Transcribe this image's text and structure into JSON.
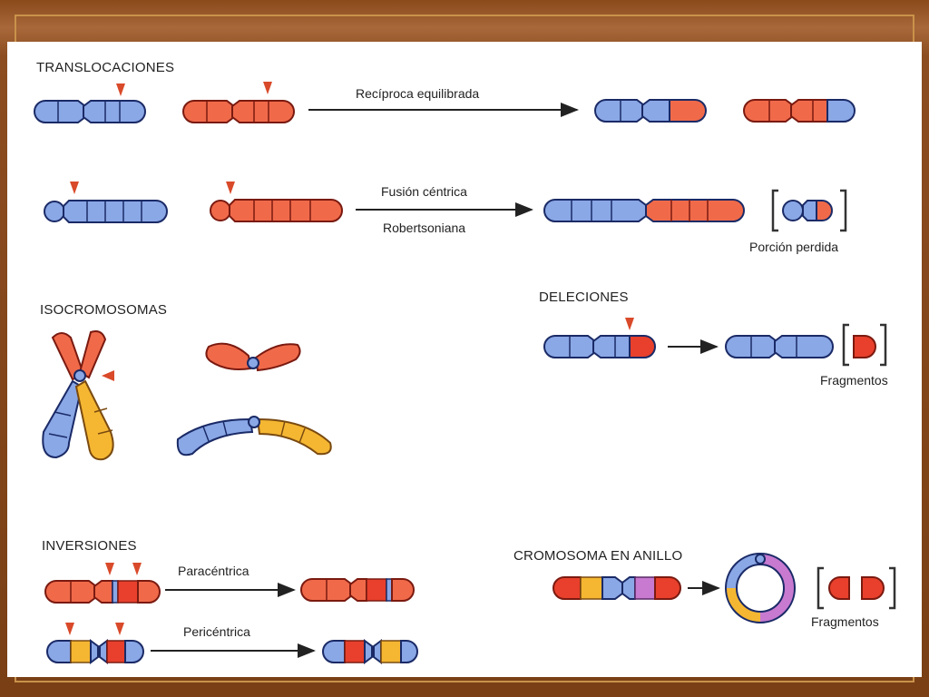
{
  "colors": {
    "blue": "#8aa7e6",
    "red": "#f06a4a",
    "red_dark": "#e8402c",
    "yellow": "#f5b732",
    "purple": "#c77ad0",
    "outline": "#1a2a66",
    "arrow": "#222222",
    "marker": "#d94a2a"
  },
  "sections": {
    "translocaciones": "TRANSLOCACIONES",
    "isocromosomas": "ISOCROMOSOMAS",
    "deleciones": "DELECIONES",
    "inversiones": "INVERSIONES",
    "cromosoma_anillo": "CROMOSOMA EN ANILLO"
  },
  "labels": {
    "reciproca": "Recíproca equilibrada",
    "fusion": "Fusión céntrica",
    "robertsoniana": "Robertsoniana",
    "porcion_perdida": "Porción perdida",
    "fragmentos_del": "Fragmentos",
    "paracentrica": "Paracéntrica",
    "pericentrica": "Pericéntrica",
    "fragmentos_anillo": "Fragmentos"
  }
}
